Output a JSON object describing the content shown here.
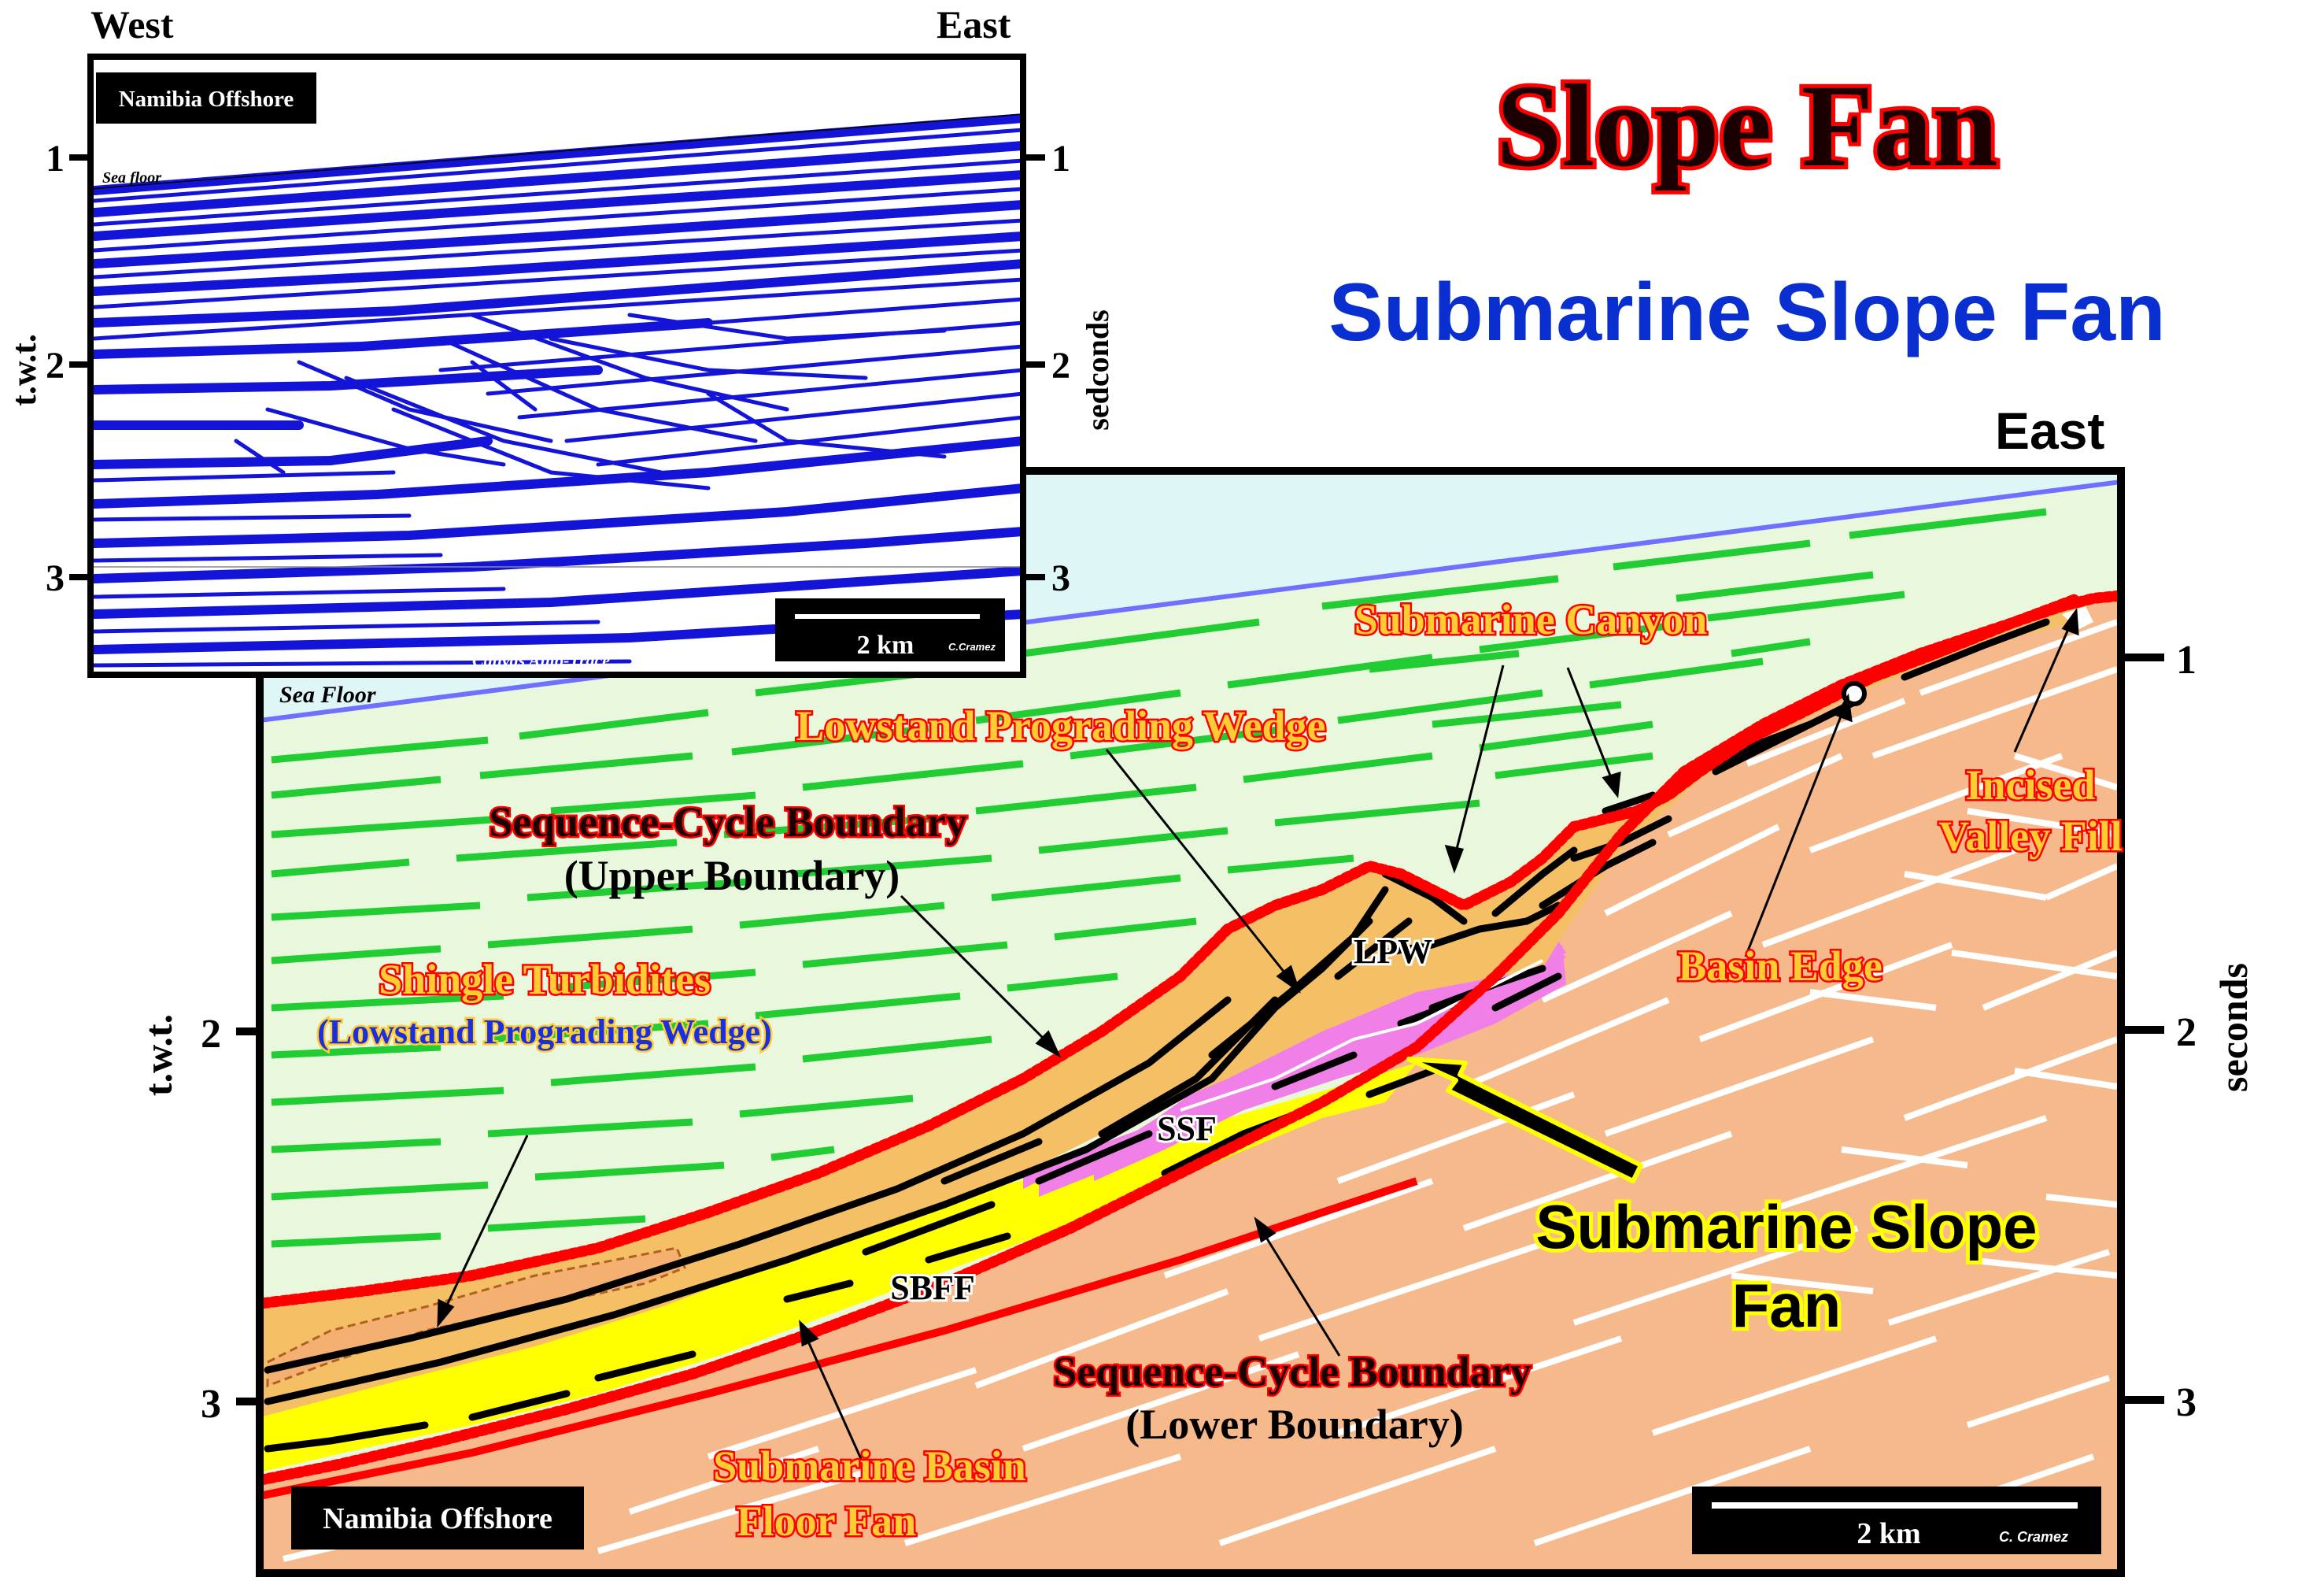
{
  "titles": {
    "main": "Slope Fan",
    "sub": "Submarine Slope Fan"
  },
  "colors": {
    "title_fill": "#1a0000",
    "title_stroke": "#ff0000",
    "subtitle": "#0a2fd0",
    "seismic": "#1414d8",
    "water": "#dff6f7",
    "sediment_green": "#e9f8dc",
    "green_reflector": "#22cc33",
    "basement": "#f6b98c",
    "lpw": "#f5bf66",
    "ssf": "#f080e8",
    "sbff": "#ffff00",
    "boundary_red": "#ff0000",
    "sea_floor_line": "#7070ff",
    "label_orange": "#ffcc33"
  },
  "inset": {
    "label_west": "West",
    "label_east": "East",
    "badge": "Namibia Offshore",
    "sea_floor": "Sea floor",
    "trace_credit": "Canvas Auto-Trace",
    "scale": "2 km",
    "credit": "C.Cramez",
    "axis_left": "t.w.t.",
    "axis_right": "sedconds",
    "ticks": [
      "1",
      "2",
      "3"
    ]
  },
  "main": {
    "label_east": "East",
    "sea_floor": "Sea Floor",
    "axis_left": "t.w.t.",
    "axis_right": "seconds",
    "ticks_left": [
      "2",
      "3"
    ],
    "ticks_right": [
      "1",
      "2",
      "3"
    ],
    "badge": "Namibia Offshore",
    "scale": "2 km",
    "credit": "C. Cramez",
    "labels": {
      "submarine_canyon": "Submarine Canyon",
      "lowstand_wedge": "Lowstand Prograding Wedge",
      "scb_upper_1": "Sequence-Cycle Boundary",
      "scb_upper_2": "(Upper Boundary)",
      "shingle_1": "Shingle Turbidites",
      "shingle_2": "(Lowstand Prograding Wedge)",
      "lpw": "LPW",
      "ssf": "SSF",
      "sbff": "SBFF",
      "incised_1": "Incised",
      "incised_2": "Valley Fill",
      "basin_edge": "Basin Edge",
      "slope_fan_1": "Submarine Slope",
      "slope_fan_2": "Fan",
      "scb_lower_1": "Sequence-Cycle Boundary",
      "scb_lower_2": "(Lower Boundary)",
      "basin_floor_1": "Submarine Basin",
      "basin_floor_2": "Floor Fan"
    }
  }
}
